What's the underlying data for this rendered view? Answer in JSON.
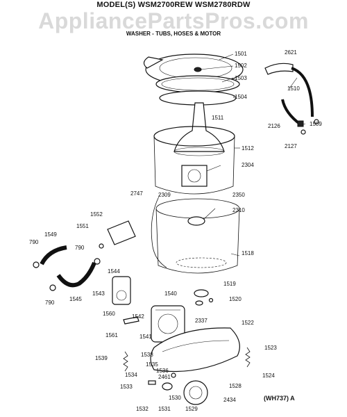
{
  "header": {
    "model_line": "MODEL(S) WSM2700REW  WSM2780RDW",
    "watermark": "AppliancePartsPros.com",
    "subtitle": "WASHER - TUBS, HOSES & MOTOR"
  },
  "footer": {
    "code": "(WH737) A"
  },
  "callouts": [
    {
      "id": "c1501",
      "label": "1501"
    },
    {
      "id": "c2621",
      "label": "2621"
    },
    {
      "id": "c1502",
      "label": "1502"
    },
    {
      "id": "c1503",
      "label": "1503"
    },
    {
      "id": "c1510",
      "label": "1510"
    },
    {
      "id": "c1504",
      "label": "1504"
    },
    {
      "id": "c1511",
      "label": "1511"
    },
    {
      "id": "c1509",
      "label": "1509"
    },
    {
      "id": "c2126",
      "label": "2126"
    },
    {
      "id": "c2127",
      "label": "2127"
    },
    {
      "id": "c1512",
      "label": "1512"
    },
    {
      "id": "c2304",
      "label": "2304"
    },
    {
      "id": "c2747",
      "label": "2747"
    },
    {
      "id": "c2309",
      "label": "2309"
    },
    {
      "id": "c2350",
      "label": "2350"
    },
    {
      "id": "c1552",
      "label": "1552"
    },
    {
      "id": "c2310",
      "label": "2310"
    },
    {
      "id": "c1551",
      "label": "1551"
    },
    {
      "id": "c1549",
      "label": "1549"
    },
    {
      "id": "c790a",
      "label": "790"
    },
    {
      "id": "c790b",
      "label": "790"
    },
    {
      "id": "c1518",
      "label": "1518"
    },
    {
      "id": "c1544",
      "label": "1544"
    },
    {
      "id": "c1545",
      "label": "1545"
    },
    {
      "id": "c790c",
      "label": "790"
    },
    {
      "id": "c1543",
      "label": "1543"
    },
    {
      "id": "c1540",
      "label": "1540"
    },
    {
      "id": "c1519",
      "label": "1519"
    },
    {
      "id": "c1520",
      "label": "1520"
    },
    {
      "id": "c1560",
      "label": "1560"
    },
    {
      "id": "c1542",
      "label": "1542"
    },
    {
      "id": "c2337",
      "label": "2337"
    },
    {
      "id": "c1522",
      "label": "1522"
    },
    {
      "id": "c1541",
      "label": "1541"
    },
    {
      "id": "c1561",
      "label": "1561"
    },
    {
      "id": "c1523",
      "label": "1523"
    },
    {
      "id": "c1538",
      "label": "1538"
    },
    {
      "id": "c1539",
      "label": "1539"
    },
    {
      "id": "c1535",
      "label": "1535"
    },
    {
      "id": "c1536",
      "label": "1536"
    },
    {
      "id": "c1524",
      "label": "1524"
    },
    {
      "id": "c1534",
      "label": "1534"
    },
    {
      "id": "c2461",
      "label": "2461"
    },
    {
      "id": "c1533",
      "label": "1533"
    },
    {
      "id": "c1530",
      "label": "1530"
    },
    {
      "id": "c1528",
      "label": "1528"
    },
    {
      "id": "c2434",
      "label": "2434"
    },
    {
      "id": "c1532",
      "label": "1532"
    },
    {
      "id": "c1531",
      "label": "1531"
    },
    {
      "id": "c1529",
      "label": "1529"
    }
  ]
}
